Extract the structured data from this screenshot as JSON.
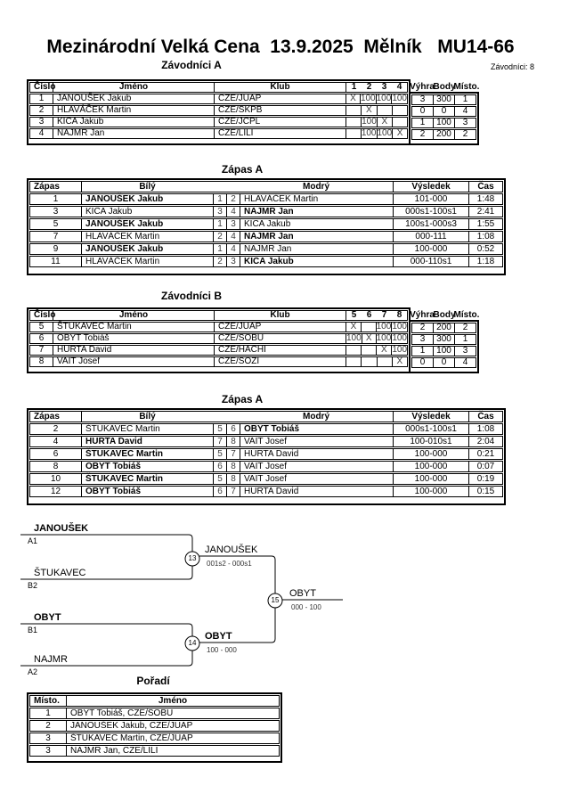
{
  "page": {
    "title": "Mezinárodní Velká Cena  13.9.2025  Mělník   MU14-66",
    "competitors_count_label": "Závodníci: 8"
  },
  "groupA": {
    "heading": "Závodníci A",
    "headers": {
      "cislo": "Číslo",
      "jmeno": "Jméno",
      "klub": "Klub",
      "nums": [
        "1",
        "2",
        "3",
        "4"
      ],
      "vyhra": "Výhra",
      "body": "Body",
      "misto": "Místo."
    },
    "rows": [
      {
        "cislo": "1",
        "jmeno": "JANOUŠEK Jakub",
        "klub": "CZE/JUAP",
        "marks": [
          "X",
          "100",
          "100",
          "100"
        ],
        "vyhra": "3",
        "body": "300",
        "misto": "1"
      },
      {
        "cislo": "2",
        "jmeno": "HLAVÁČEK Martin",
        "klub": "CZE/SKPB",
        "marks": [
          "",
          "X",
          "",
          ""
        ],
        "vyhra": "0",
        "body": "0",
        "misto": "4"
      },
      {
        "cislo": "3",
        "jmeno": "KICA Jakub",
        "klub": "CZE/JCPL",
        "marks": [
          "",
          "100",
          "X",
          ""
        ],
        "vyhra": "1",
        "body": "100",
        "misto": "3"
      },
      {
        "cislo": "4",
        "jmeno": "NAJMR Jan",
        "klub": "CZE/LILI",
        "marks": [
          "",
          "100",
          "100",
          "X"
        ],
        "vyhra": "2",
        "body": "200",
        "misto": "2"
      }
    ]
  },
  "matchesA": {
    "heading": "Zápas A",
    "headers": {
      "zapas": "Zápas",
      "bily": "Bílý",
      "modry": "Modrý",
      "vysledek": "Výsledek",
      "cas": "Čas"
    },
    "rows": [
      {
        "zapas": "1",
        "bily": "JANOUŠEK Jakub",
        "bily_bold": true,
        "n1": "1",
        "n2": "2",
        "modry": "HLAVÁČEK Martin",
        "modry_bold": false,
        "vysledek": "101-000",
        "cas": "1:48"
      },
      {
        "zapas": "3",
        "bily": "KICA Jakub",
        "bily_bold": false,
        "n1": "3",
        "n2": "4",
        "modry": "NAJMR Jan",
        "modry_bold": true,
        "vysledek": "000s1-100s1",
        "cas": "2:41"
      },
      {
        "zapas": "5",
        "bily": "JANOUŠEK Jakub",
        "bily_bold": true,
        "n1": "1",
        "n2": "3",
        "modry": "KICA Jakub",
        "modry_bold": false,
        "vysledek": "100s1-000s3",
        "cas": "1:55"
      },
      {
        "zapas": "7",
        "bily": "HLAVÁČEK Martin",
        "bily_bold": false,
        "n1": "2",
        "n2": "4",
        "modry": "NAJMR Jan",
        "modry_bold": true,
        "vysledek": "000-111",
        "cas": "1:08"
      },
      {
        "zapas": "9",
        "bily": "JANOUŠEK Jakub",
        "bily_bold": true,
        "n1": "1",
        "n2": "4",
        "modry": "NAJMR Jan",
        "modry_bold": false,
        "vysledek": "100-000",
        "cas": "0:52"
      },
      {
        "zapas": "11",
        "bily": "HLAVÁČEK Martin",
        "bily_bold": false,
        "n1": "2",
        "n2": "3",
        "modry": "KICA Jakub",
        "modry_bold": true,
        "vysledek": "000-110s1",
        "cas": "1:18"
      }
    ]
  },
  "groupB": {
    "heading": "Závodníci B",
    "headers": {
      "cislo": "Číslo",
      "jmeno": "Jméno",
      "klub": "Klub",
      "nums": [
        "5",
        "6",
        "7",
        "8"
      ],
      "vyhra": "Výhra",
      "body": "Body",
      "misto": "Místo."
    },
    "rows": [
      {
        "cislo": "5",
        "jmeno": "ŠTUKAVEC Martin",
        "klub": "CZE/JUAP",
        "marks": [
          "X",
          "",
          "100",
          "100"
        ],
        "vyhra": "2",
        "body": "200",
        "misto": "2"
      },
      {
        "cislo": "6",
        "jmeno": "OBYT Tobiáš",
        "klub": "CZE/SOBU",
        "marks": [
          "100",
          "X",
          "100",
          "100"
        ],
        "vyhra": "3",
        "body": "300",
        "misto": "1"
      },
      {
        "cislo": "7",
        "jmeno": "HURTA David",
        "klub": "CZE/HACHI",
        "marks": [
          "",
          "",
          "X",
          "100"
        ],
        "vyhra": "1",
        "body": "100",
        "misto": "3"
      },
      {
        "cislo": "8",
        "jmeno": "VAIT Josef",
        "klub": "CZE/SOZI",
        "marks": [
          "",
          "",
          "",
          "X"
        ],
        "vyhra": "0",
        "body": "0",
        "misto": "4"
      }
    ]
  },
  "matchesB": {
    "heading": "Zápas A",
    "headers": {
      "zapas": "Zápas",
      "bily": "Bílý",
      "modry": "Modrý",
      "vysledek": "Výsledek",
      "cas": "Čas"
    },
    "rows": [
      {
        "zapas": "2",
        "bily": "ŠTUKAVEC Martin",
        "bily_bold": false,
        "n1": "5",
        "n2": "6",
        "modry": "OBYT Tobiáš",
        "modry_bold": true,
        "vysledek": "000s1-100s1",
        "cas": "1:08"
      },
      {
        "zapas": "4",
        "bily": "HURTA David",
        "bily_bold": true,
        "n1": "7",
        "n2": "8",
        "modry": "VAIT Josef",
        "modry_bold": false,
        "vysledek": "100-010s1",
        "cas": "2:04"
      },
      {
        "zapas": "6",
        "bily": "ŠTUKAVEC Martin",
        "bily_bold": true,
        "n1": "5",
        "n2": "7",
        "modry": "HURTA David",
        "modry_bold": false,
        "vysledek": "100-000",
        "cas": "0:21"
      },
      {
        "zapas": "8",
        "bily": "OBYT Tobiáš",
        "bily_bold": true,
        "n1": "6",
        "n2": "8",
        "modry": "VAIT Josef",
        "modry_bold": false,
        "vysledek": "100-000",
        "cas": "0:07"
      },
      {
        "zapas": "10",
        "bily": "ŠTUKAVEC Martin",
        "bily_bold": true,
        "n1": "5",
        "n2": "8",
        "modry": "VAIT Josef",
        "modry_bold": false,
        "vysledek": "100-000",
        "cas": "0:19"
      },
      {
        "zapas": "12",
        "bily": "OBYT Tobiáš",
        "bily_bold": true,
        "n1": "6",
        "n2": "7",
        "modry": "HURTA David",
        "modry_bold": false,
        "vysledek": "100-000",
        "cas": "0:15"
      }
    ]
  },
  "bracket": {
    "sf1": {
      "top_name": "JANOUŠEK",
      "top_seed": "A1",
      "bottom_name": "ŠTUKAVEC",
      "bottom_seed": "B2",
      "match_no": "13",
      "winner": "JANOUŠEK",
      "score": "001s2 - 000s1"
    },
    "sf2": {
      "top_name": "OBYT",
      "top_seed": "B1",
      "bottom_name": "NAJMR",
      "bottom_seed": "A2",
      "match_no": "14",
      "winner": "OBYT",
      "score": "100 - 000"
    },
    "final": {
      "match_no": "15",
      "winner": "OBYT",
      "score": "000 - 100"
    }
  },
  "standings": {
    "heading": "Pořadí",
    "headers": {
      "misto": "Místo.",
      "jmeno": "Jméno"
    },
    "rows": [
      {
        "misto": "1",
        "jmeno": "OBYT Tobiáš, CZE/SOBU"
      },
      {
        "misto": "2",
        "jmeno": "JANOUŠEK Jakub, CZE/JUAP"
      },
      {
        "misto": "3",
        "jmeno": "ŠTUKAVEC Martin, CZE/JUAP"
      },
      {
        "misto": "3",
        "jmeno": "NAJMR Jan, CZE/LILI"
      }
    ]
  }
}
